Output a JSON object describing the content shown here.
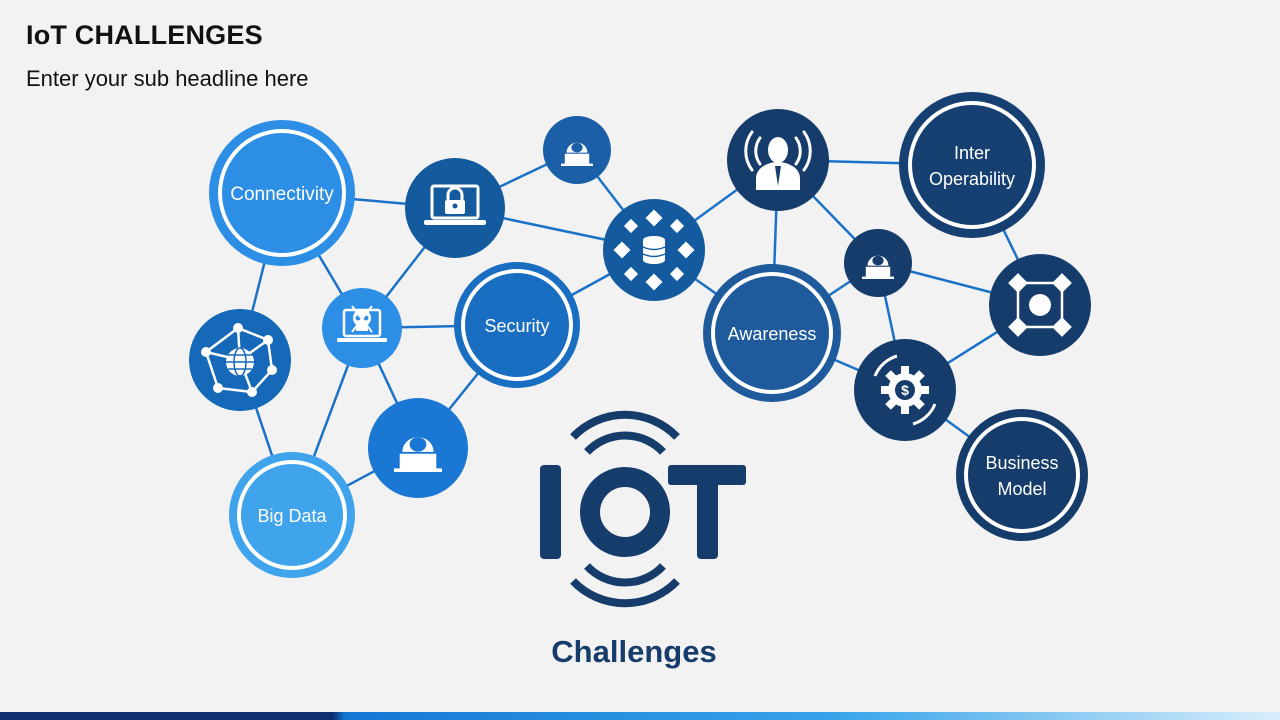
{
  "title": "IoT CHALLENGES",
  "subtitle": "Enter your sub headline here",
  "colors": {
    "background": "#f2f2f2",
    "line": "#1a72c8",
    "dark_navy": "#153c6b",
    "mid_blue": "#1a6ec2",
    "bright_blue": "#2d8ee6",
    "light_blue": "#3fa4ec",
    "logo": "#153c6b"
  },
  "nodes": {
    "connectivity": {
      "label": "Connectivity"
    },
    "security": {
      "label": "Security"
    },
    "big_data": {
      "label": "Big Data"
    },
    "awareness": {
      "label": "Awareness"
    },
    "inter_operability": {
      "label_line1": "Inter",
      "label_line2": "Operability"
    },
    "business_model": {
      "label_line1": "Business",
      "label_line2": "Model"
    }
  },
  "icons": {
    "locked_laptop": "laptop-lock-icon",
    "hacker_top": "hacker-icon",
    "database_blocks": "database-network-icon",
    "broadcaster": "person-broadcast-icon",
    "hacker_right": "hacker-icon",
    "blockchain": "blockchain-icon",
    "dollar_gear": "dollar-gear-icon",
    "global_network": "globe-network-icon",
    "skull_laptop": "skull-laptop-icon",
    "hacker_bottom": "hacker-icon"
  },
  "logo": {
    "text": "IOT",
    "caption": "Challenges"
  }
}
